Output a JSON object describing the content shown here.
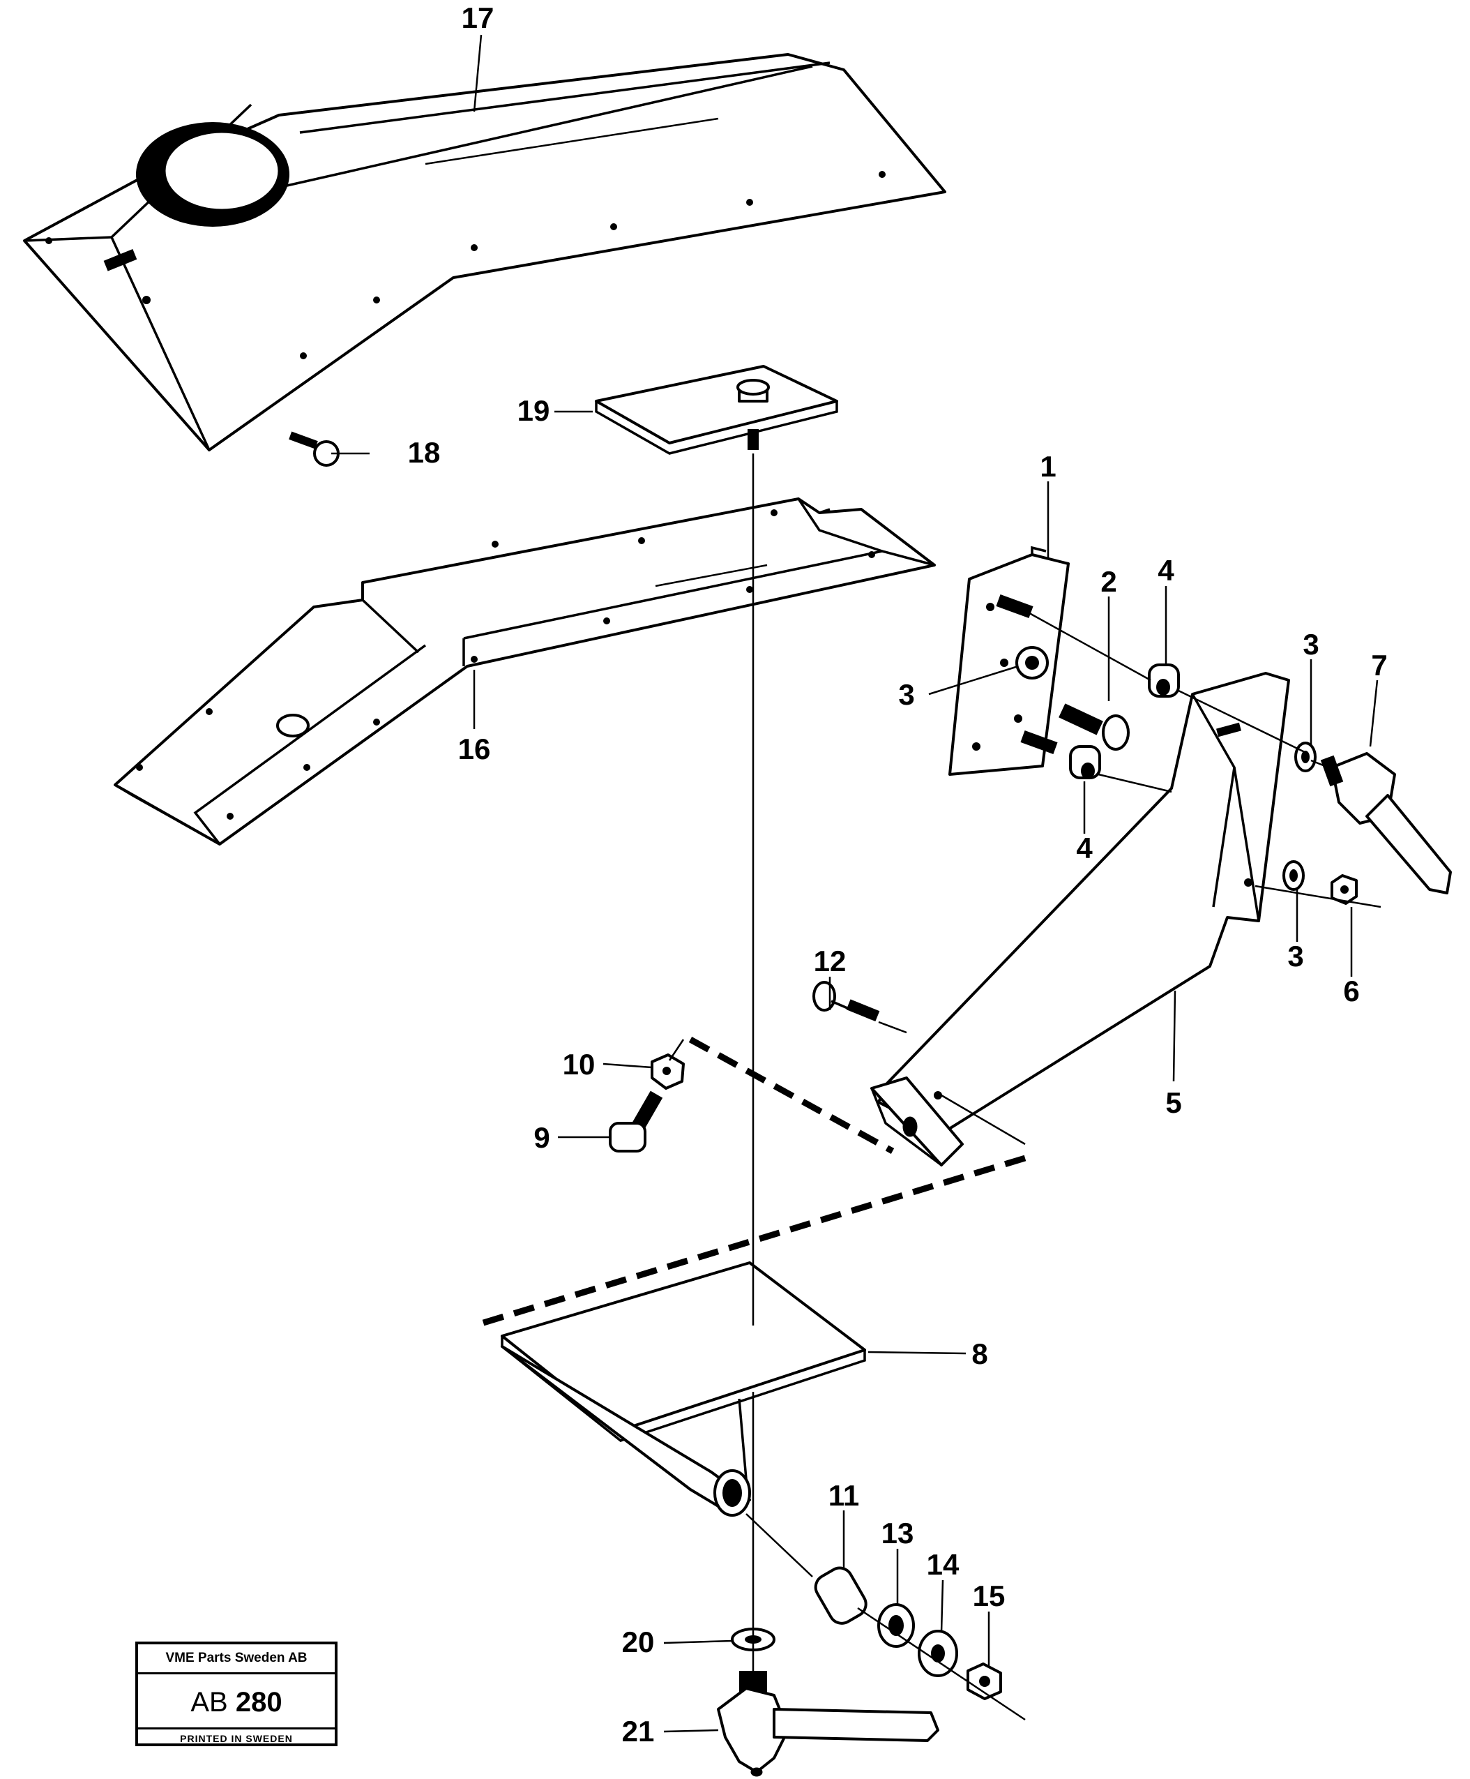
{
  "callouts": [
    "1",
    "2",
    "3",
    "3",
    "3",
    "4",
    "4",
    "5",
    "6",
    "7",
    "8",
    "9",
    "10",
    "11",
    "12",
    "13",
    "14",
    "15",
    "16",
    "17",
    "18",
    "19",
    "20",
    "21"
  ],
  "stamp": {
    "company": "VME Parts Sweden AB",
    "code_prefix": "AB",
    "code_number": "280",
    "footer": "PRINTED IN SWEDEN"
  }
}
